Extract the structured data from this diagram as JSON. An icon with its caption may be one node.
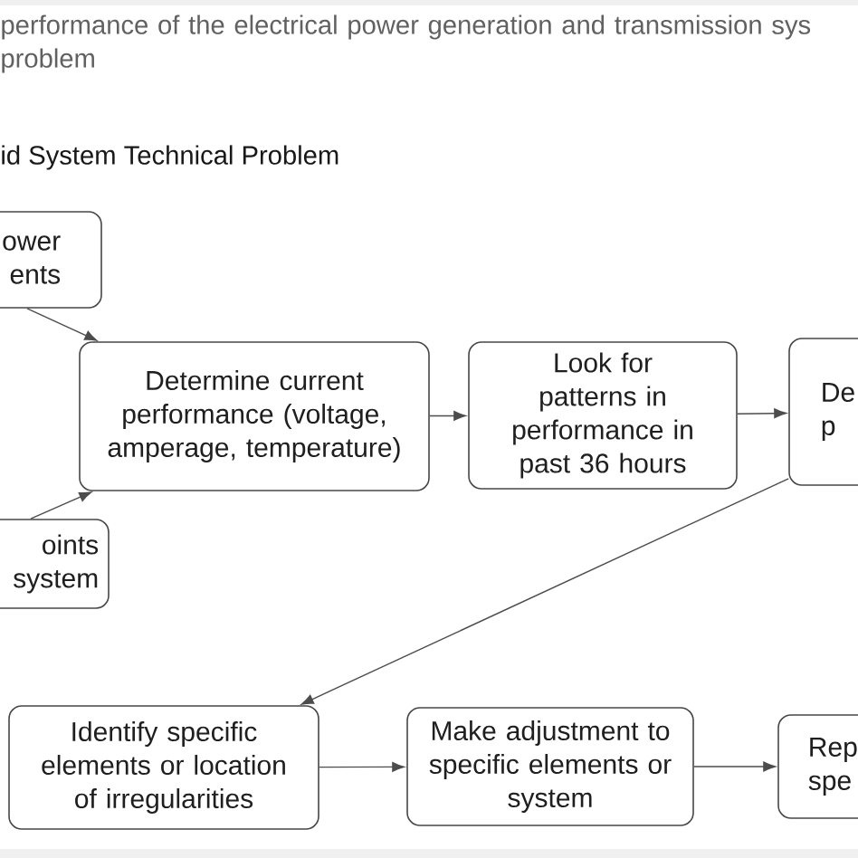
{
  "diagram": {
    "caption": "performance of the electrical power generation and transmission sys problem",
    "title": "id System Technical Problem",
    "nodes": [
      {
        "text": [
          "ower ents"
        ]
      },
      {
        "text": [
          "Determine current performance (voltage, amperage, temperature)"
        ]
      },
      {
        "text": [
          "Look for patterns in performance in past 36 hours"
        ]
      },
      {
        "text": [
          "De p"
        ]
      },
      {
        "text": [
          "oints system"
        ]
      },
      {
        "text": [
          "Identify specific elements or location of irregularities"
        ]
      },
      {
        "text": [
          "Make adjustment to specific elements or system"
        ]
      },
      {
        "text": [
          "Rep spe"
        ]
      }
    ],
    "edges": [
      {
        "from": 0,
        "to": 1,
        "arrow": "to"
      },
      {
        "from": 4,
        "to": 1,
        "arrow": "to"
      },
      {
        "from": 1,
        "to": 2,
        "arrow": "to"
      },
      {
        "from": 2,
        "to": 3,
        "arrow": "to"
      },
      {
        "from": 3,
        "to": 5,
        "arrow": "to"
      },
      {
        "from": 5,
        "to": 6,
        "arrow": "to"
      },
      {
        "from": 6,
        "to": 7,
        "arrow": "to"
      }
    ]
  }
}
